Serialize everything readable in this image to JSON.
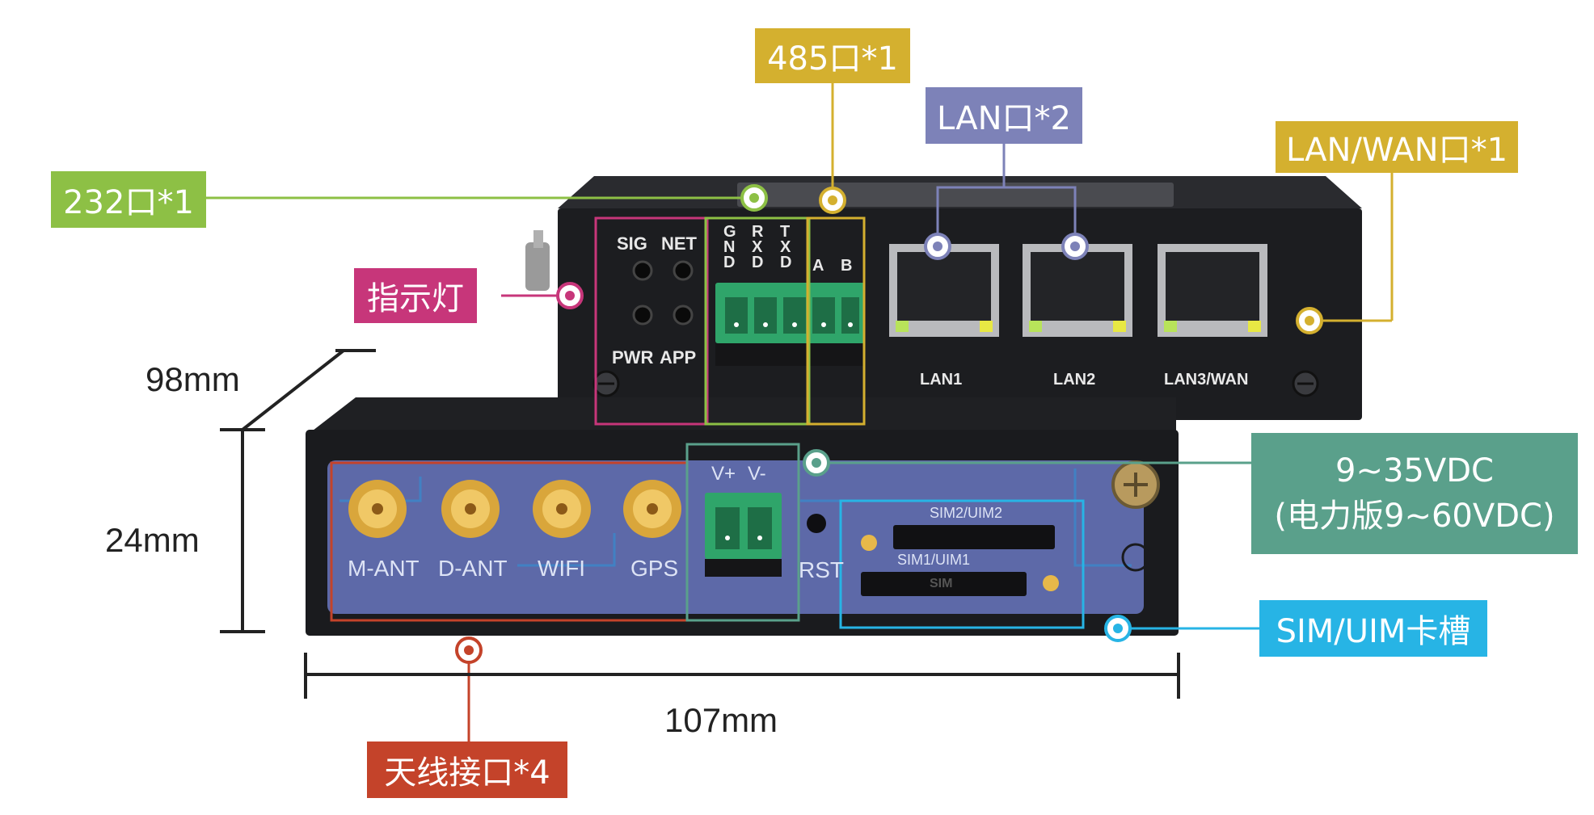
{
  "callouts": {
    "port485": "485口*1",
    "lan": "LAN口*2",
    "lanwan": "LAN/WAN口*1",
    "port232": "232口*1",
    "indicator": "指示灯",
    "power_line1": "9~35VDC",
    "power_line2": "(电力版9~60VDC)",
    "sim": "SIM/UIM卡槽",
    "antenna": "天线接口*4"
  },
  "dimensions": {
    "depth": "98mm",
    "height": "24mm",
    "width": "107mm"
  },
  "back_panel": {
    "led_labels": [
      "SIG",
      "NET",
      "PWR",
      "APP"
    ],
    "terminal_labels": [
      "G\nN\nD",
      "R\nX\nD",
      "T\nX\nD",
      "A",
      "B"
    ],
    "port_labels": [
      "LAN1",
      "LAN2",
      "LAN3/WAN"
    ]
  },
  "front_panel": {
    "antenna_labels": [
      "M-ANT",
      "D-ANT",
      "WIFI",
      "GPS"
    ],
    "power_labels": [
      "V+",
      "V-"
    ],
    "reset_label": "RST",
    "sim2_label": "SIM2/UIM2",
    "sim1_label": "SIM1/UIM1",
    "sim_slot_label": "SIM"
  },
  "colors": {
    "lime": "#8dc045",
    "gold": "#d4b02f",
    "slate": "#7d82b8",
    "magenta": "#c7367a",
    "teal": "#5aa08b",
    "sky": "#27b4e5",
    "rust": "#c4432a",
    "device": "#1c1d20",
    "panel": "#5d69a8"
  }
}
